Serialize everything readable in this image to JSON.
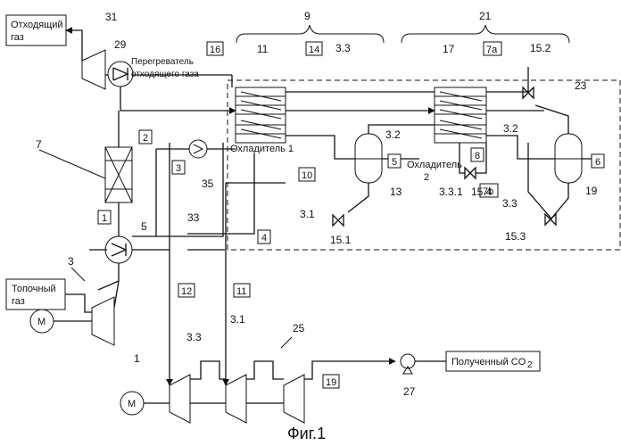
{
  "caption": "Фиг.1",
  "texts": {
    "exhaust_gas": [
      "Отходящий",
      "газ"
    ],
    "fuel_gas": [
      "Топочный",
      "газ"
    ],
    "superheater": [
      "Перегреватель",
      "отходящего газа"
    ],
    "cooler1": "Охладитель 1",
    "cooler2": [
      "Охладитель",
      "2"
    ],
    "co2_product": "Полученный CO",
    "co2_sub": "2",
    "motor": "M"
  },
  "boxed": {
    "b16": "16",
    "b14": "14",
    "b7a": "7a",
    "b2": "2",
    "b3": "3",
    "b1": "1",
    "b10": "10",
    "b5": "5",
    "b8": "8",
    "b7b": "7b",
    "b6": "6",
    "b4": "4",
    "b12": "12",
    "b11": "11",
    "b19": "19"
  },
  "refs": {
    "r31": "31",
    "r29": "29",
    "r9": "9",
    "r21": "21",
    "r11": "11",
    "r3_3a": "3.3",
    "r17": "17",
    "r15_2": "15.2",
    "r23": "23",
    "r7": "7",
    "r35": "35",
    "r3_2a": "3.2",
    "r3_2b": "3.2",
    "r13": "13",
    "r19": "19",
    "r5": "5",
    "r33": "33",
    "r3": "3",
    "r3_1a": "3.1",
    "r15_1": "15.1",
    "r3_3_1": "3.3.1",
    "r15_4": "15.4",
    "r3_3b": "3.3",
    "r15_3": "15.3",
    "r1": "1",
    "r3_3c": "3.3",
    "r3_1b": "3.1",
    "r25": "25",
    "r27": "27"
  }
}
